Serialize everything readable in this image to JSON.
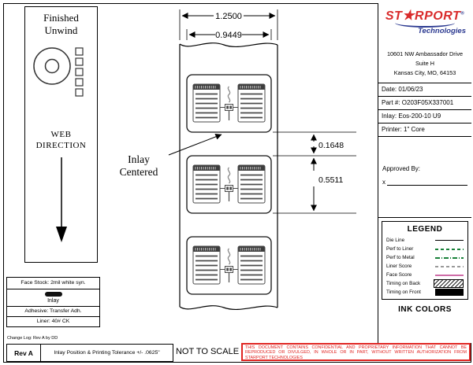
{
  "left_panel": {
    "finished_unwind_line1": "Finished",
    "finished_unwind_line2": "Unwind",
    "web_direction_line1": "WEB",
    "web_direction_line2": "DIRECTION",
    "materials": {
      "face_stock": "Face Stock: 2mil white syn.",
      "inlay": "Inlay",
      "adhesive": "Adhesive: Transfer Adh.",
      "liner": "Liner: 40# CK"
    },
    "change_log": "Change Log: Rev A by DD"
  },
  "drawing": {
    "dim_web_width": "1.2500",
    "dim_label_width": "0.9449",
    "dim_gap": "0.1648",
    "dim_label_height": "0.5511",
    "callout_line1": "Inlay",
    "callout_line2": "Centered"
  },
  "title_block": {
    "logo": {
      "pre": "ST",
      "star": "★",
      "post": "RPORT",
      "tm": "®",
      "sub": "Technologies"
    },
    "address_line1": "10601 NW Ambassador Drive",
    "address_line2": "Suite H",
    "address_line3": "Kansas City, MO, 64153",
    "date": "Date: 01/06/23",
    "part": "Part #: O203F05X337001",
    "inlay": "Inlay: Eos-200-10 U9",
    "printer": "Printer: 1\" Core",
    "approved_by": "Approved By:",
    "signature_prefix": "x",
    "legend_title": "LEGEND",
    "legend_items": [
      {
        "label": "Die Line"
      },
      {
        "label": "Perf to Liner"
      },
      {
        "label": "Perf to Metal"
      },
      {
        "label": "Liner Score"
      },
      {
        "label": "Face Score"
      },
      {
        "label": "Timing on Back"
      },
      {
        "label": "Timing on Front"
      }
    ],
    "ink_colors": "INK COLORS"
  },
  "footer": {
    "rev": "Rev A",
    "tolerance": "Inlay Position & Printing Tolerance +/- .0625\"",
    "not_to_scale": "NOT TO SCALE",
    "disclaimer": "THIS DOCUMENT CONTAINS CONFIDENTIAL AND PROPRIETARY INFORMATION THAT CANNOT BE REPRODUCED OR DIVULGED, IN WHOLE OR IN PART, WITHOUT WRITTEN AUTHORIZATION FROM STARPORT TECHNOLOGIES"
  },
  "colors": {
    "logo_red": "#d92b2b",
    "logo_blue": "#2b3990",
    "disclaimer_red": "#e02421",
    "legend_green": "#188038",
    "legend_gray": "#999999",
    "legend_pink": "#cf6da8"
  }
}
